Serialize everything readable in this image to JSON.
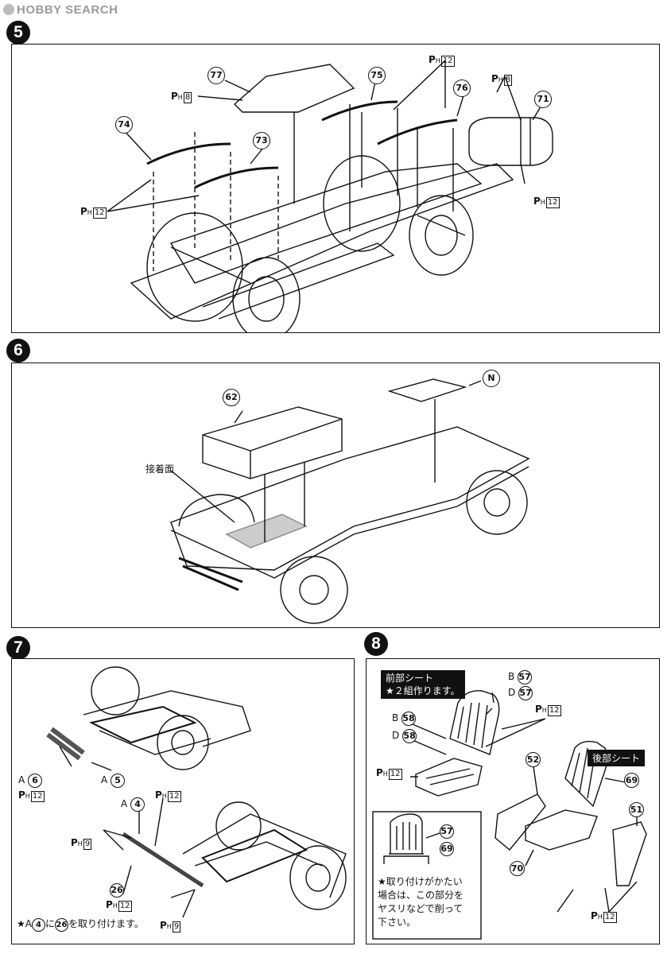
{
  "watermark": "HOBBY SEARCH",
  "steps": {
    "s5": "5",
    "s6": "6",
    "s7": "7",
    "s8": "8"
  },
  "ph_prefix": "P",
  "ph_sub": "H",
  "step5": {
    "p77": "77",
    "p75": "75",
    "p76": "76",
    "p74": "74",
    "p73": "73",
    "p71": "71",
    "ph8a": "8",
    "ph12a": "12",
    "ph8b": "8",
    "ph12b": "12",
    "ph12c": "12"
  },
  "step6": {
    "p62": "62",
    "pN": "N",
    "glue": "接着面"
  },
  "step7": {
    "a6_letter": "A",
    "a6": "6",
    "a5_letter": "A",
    "a5": "5",
    "a4_letter": "A",
    "a4": "4",
    "ph12a": "12",
    "ph12b": "12",
    "ph9a": "9",
    "p26": "26",
    "ph12c": "12",
    "ph9b": "9",
    "note_star": "★A",
    "note_a4": "4",
    "note_mid": "に",
    "note_26": "26",
    "note_end": "を取り付けます。"
  },
  "step8": {
    "front_title": "前部シート",
    "front_sub": "★２組作ります。",
    "rear_title": "後部シート",
    "b57_letter": "B",
    "b57": "57",
    "d57_letter": "D",
    "d57": "57",
    "b58_letter": "B",
    "b58": "58",
    "d58_letter": "D",
    "d58": "58",
    "ph12a": "12",
    "ph12b": "12",
    "ph12c": "12",
    "p52": "52",
    "p69": "69",
    "p51": "51",
    "p70": "70",
    "inset57": "57",
    "inset69": "69",
    "inset_note": "★取り付けがかたい\n場合は、この部分を\nヤスリなどで削って\n下さい。"
  }
}
